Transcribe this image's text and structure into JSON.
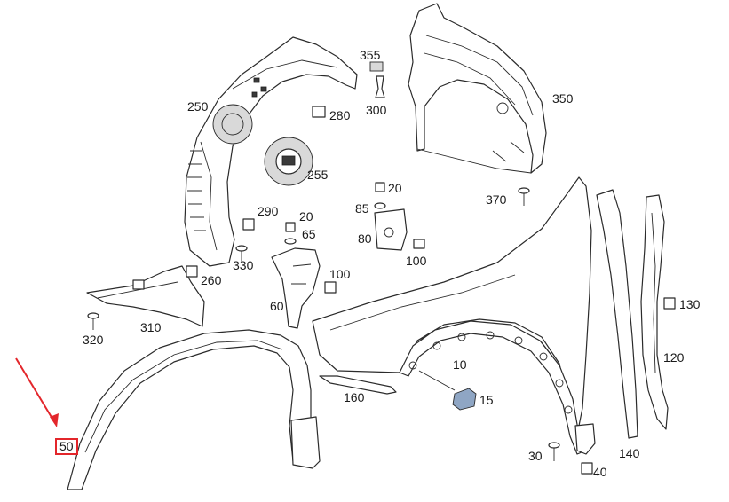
{
  "diagram": {
    "highlight_color": "#e3262b",
    "callouts": [
      {
        "id": "355",
        "text": "355"
      },
      {
        "id": "300",
        "text": "300"
      },
      {
        "id": "350",
        "text": "350"
      },
      {
        "id": "250",
        "text": "250"
      },
      {
        "id": "280",
        "text": "280"
      },
      {
        "id": "255",
        "text": "255"
      },
      {
        "id": "20a",
        "text": "20"
      },
      {
        "id": "370",
        "text": "370"
      },
      {
        "id": "85",
        "text": "85"
      },
      {
        "id": "290",
        "text": "290"
      },
      {
        "id": "20b",
        "text": "20"
      },
      {
        "id": "65",
        "text": "65"
      },
      {
        "id": "80",
        "text": "80"
      },
      {
        "id": "330",
        "text": "330"
      },
      {
        "id": "100a",
        "text": "100"
      },
      {
        "id": "100b",
        "text": "100"
      },
      {
        "id": "260",
        "text": "260"
      },
      {
        "id": "60",
        "text": "60"
      },
      {
        "id": "130",
        "text": "130"
      },
      {
        "id": "320",
        "text": "320"
      },
      {
        "id": "310",
        "text": "310"
      },
      {
        "id": "120",
        "text": "120"
      },
      {
        "id": "10",
        "text": "10"
      },
      {
        "id": "160",
        "text": "160"
      },
      {
        "id": "15",
        "text": "15"
      },
      {
        "id": "50",
        "text": "50"
      },
      {
        "id": "30",
        "text": "30"
      },
      {
        "id": "140",
        "text": "140"
      },
      {
        "id": "40",
        "text": "40"
      }
    ]
  }
}
